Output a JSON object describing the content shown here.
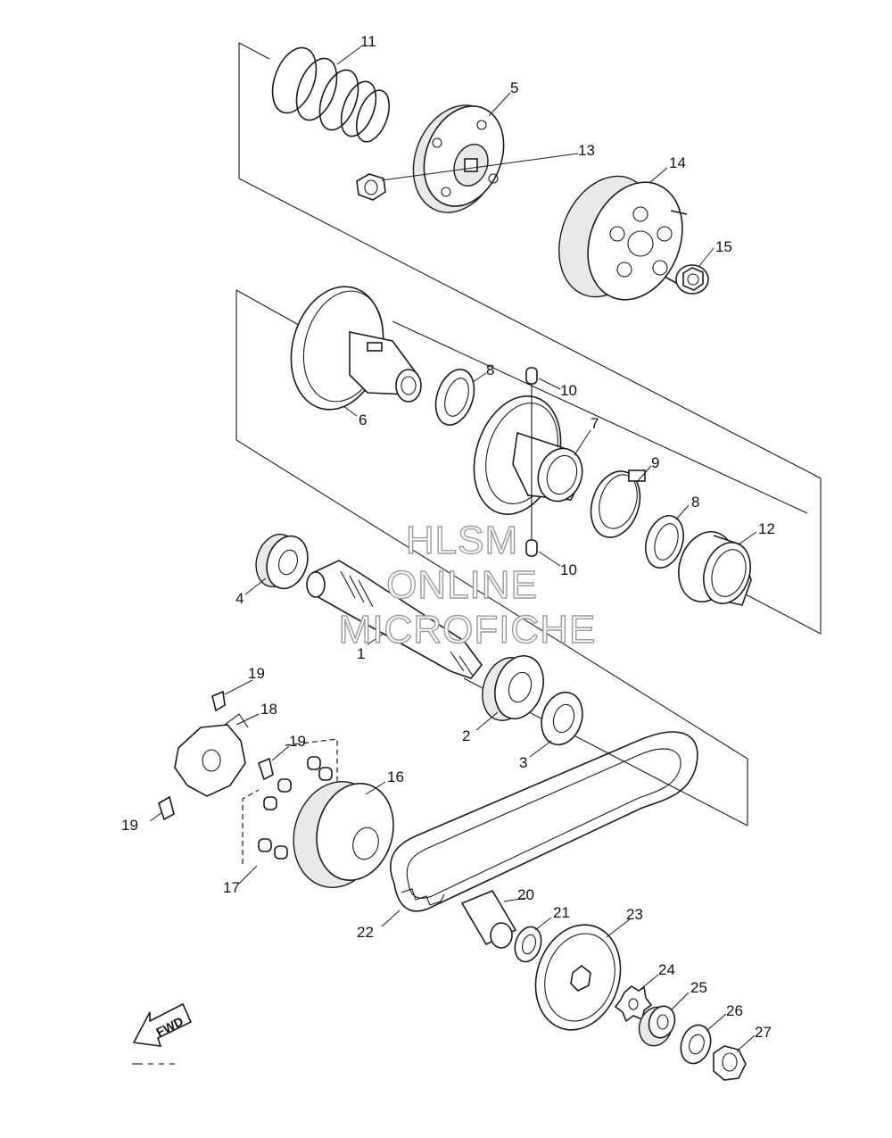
{
  "diagram": {
    "watermark_lines": [
      "HLSM",
      "ONLINE",
      "MICROFICHE"
    ],
    "fwd_label": "FWD",
    "callouts": [
      {
        "id": "c11",
        "label": "11"
      },
      {
        "id": "c5",
        "label": "5"
      },
      {
        "id": "c13",
        "label": "13"
      },
      {
        "id": "c14",
        "label": "14"
      },
      {
        "id": "c15",
        "label": "15"
      },
      {
        "id": "c8a",
        "label": "8"
      },
      {
        "id": "c10a",
        "label": "10"
      },
      {
        "id": "c6",
        "label": "6"
      },
      {
        "id": "c7",
        "label": "7"
      },
      {
        "id": "c9",
        "label": "9"
      },
      {
        "id": "c8b",
        "label": "8"
      },
      {
        "id": "c12",
        "label": "12"
      },
      {
        "id": "c10b",
        "label": "10"
      },
      {
        "id": "c4",
        "label": "4"
      },
      {
        "id": "c1",
        "label": "1"
      },
      {
        "id": "c2",
        "label": "2"
      },
      {
        "id": "c3",
        "label": "3"
      },
      {
        "id": "c19a",
        "label": "19"
      },
      {
        "id": "c18",
        "label": "18"
      },
      {
        "id": "c19b",
        "label": "19"
      },
      {
        "id": "c19c",
        "label": "19"
      },
      {
        "id": "c16",
        "label": "16"
      },
      {
        "id": "c17",
        "label": "17"
      },
      {
        "id": "c20",
        "label": "20"
      },
      {
        "id": "c21",
        "label": "21"
      },
      {
        "id": "c22",
        "label": "22"
      },
      {
        "id": "c23",
        "label": "23"
      },
      {
        "id": "c24",
        "label": "24"
      },
      {
        "id": "c25",
        "label": "25"
      },
      {
        "id": "c26",
        "label": "26"
      },
      {
        "id": "c27",
        "label": "27"
      }
    ]
  }
}
